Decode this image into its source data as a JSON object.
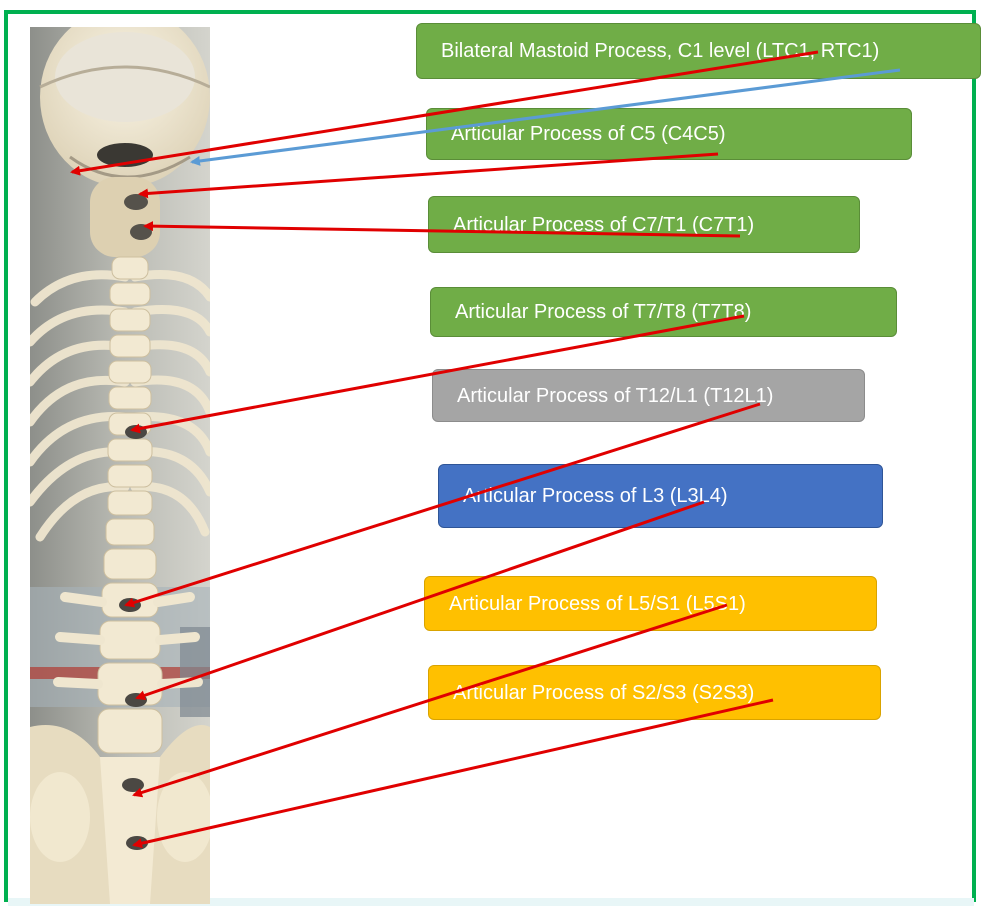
{
  "labels": [
    {
      "text": "Bilateral Mastoid Process, C1 level (LTC1, RTC1)",
      "color": "#70ad47"
    },
    {
      "text": "Articular Process of C5 (C4C5)",
      "color": "#70ad47"
    },
    {
      "text": "Articular Process of C7/T1 (C7T1)",
      "color": "#70ad47"
    },
    {
      "text": "Articular Process of T7/T8 (T7T8)",
      "color": "#70ad47"
    },
    {
      "text": "Articular Process of T12/L1 (T12L1)",
      "color": "#a5a5a5"
    },
    {
      "text": "Articular Process of L3 (L3L4)",
      "color": "#4472c4"
    },
    {
      "text": "Articular Process of L5/S1 (L5S1)",
      "color": "#ffc000"
    },
    {
      "text": "Articular Process of S2/S3 (S2S3)",
      "color": "#ffc000"
    }
  ],
  "arrow_colors": {
    "primary": "#e00000",
    "secondary": "#5b9bd5"
  },
  "frame_color": "#00b050"
}
